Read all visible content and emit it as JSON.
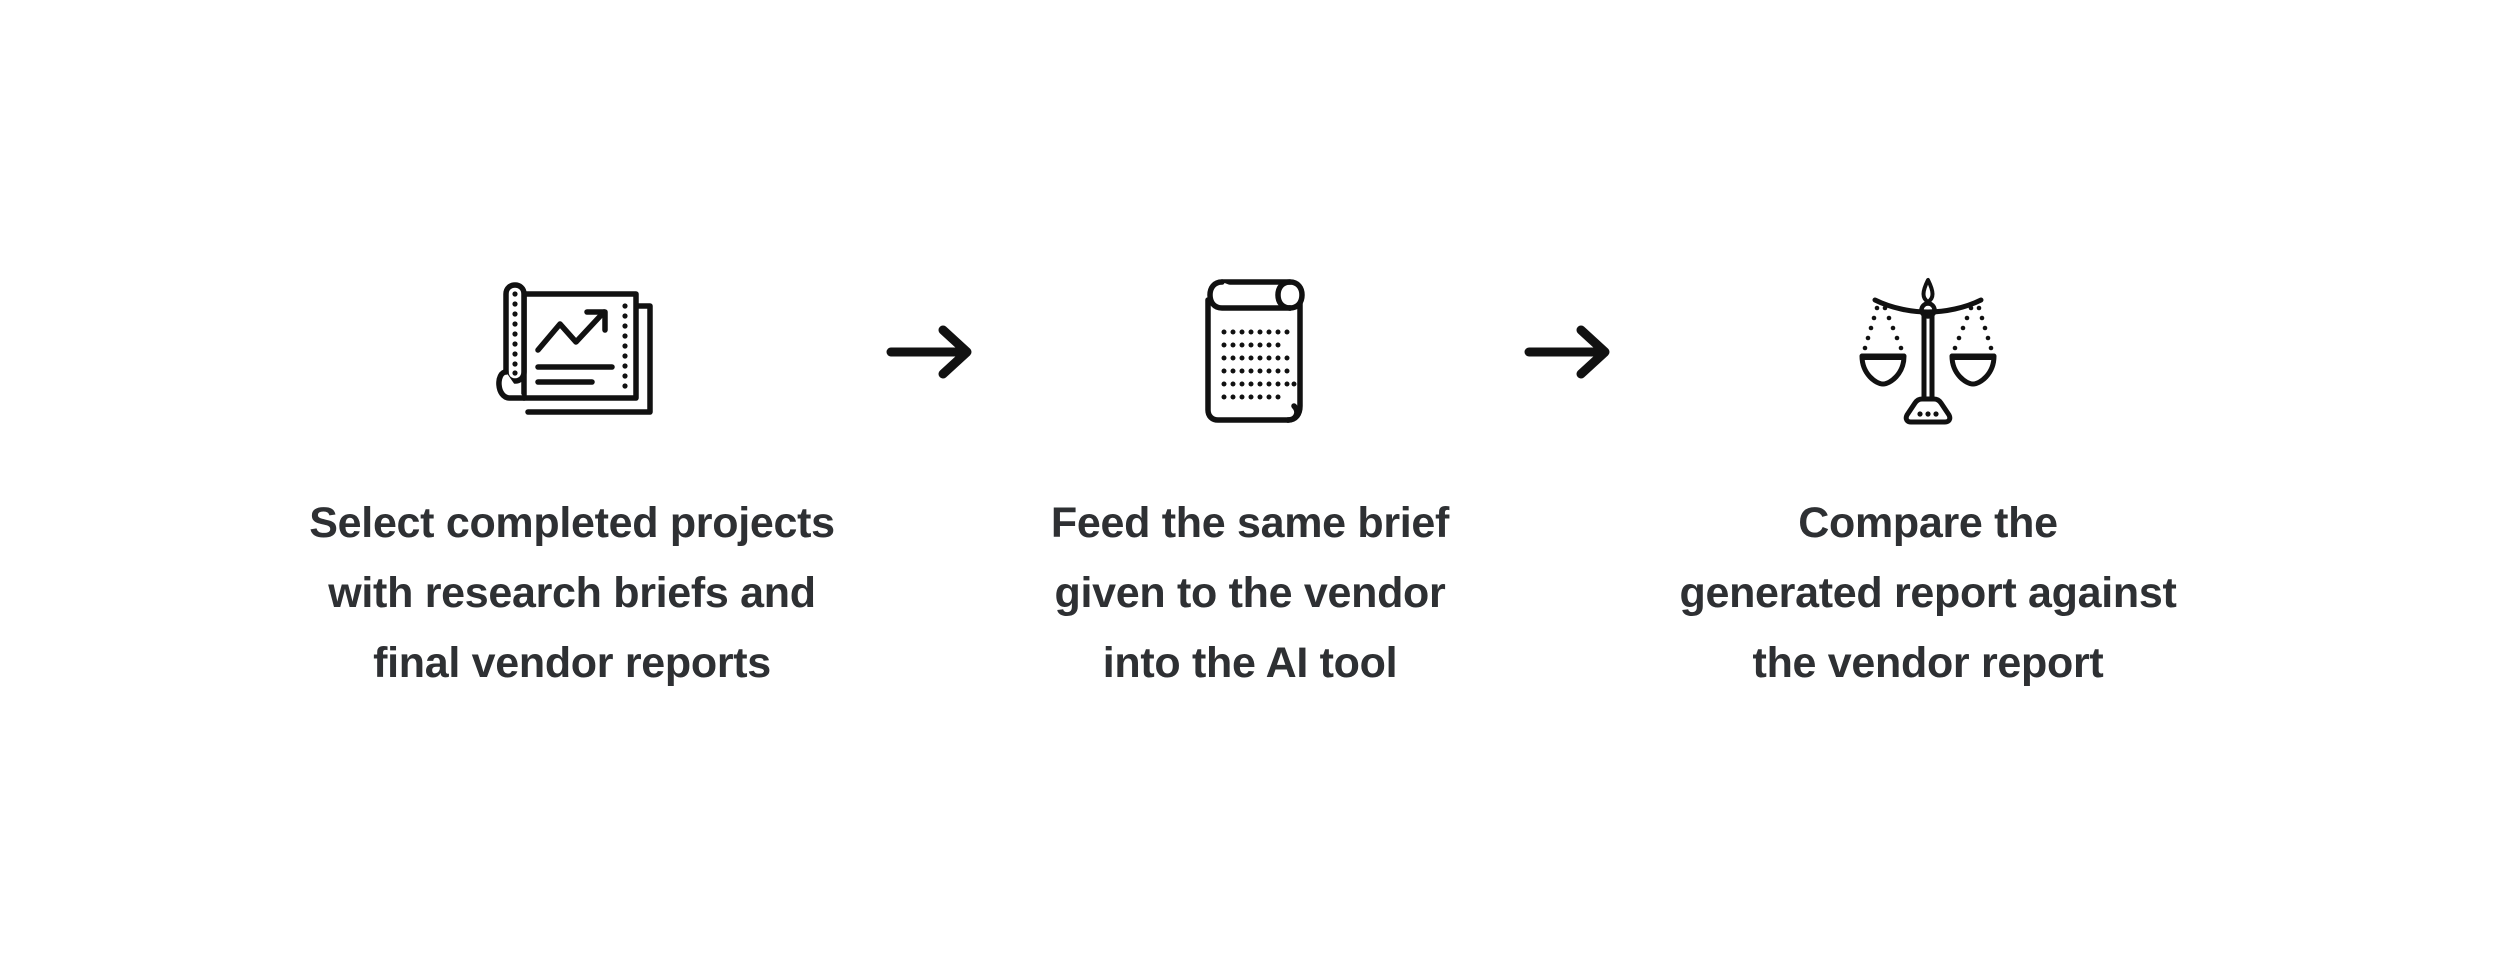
{
  "page": {
    "background_color": "#ffffff",
    "text_color": "#2e3033",
    "icon_color": "#111111",
    "title": "Three step evaluation process"
  },
  "steps": [
    {
      "index": 1,
      "icon": "blueprint-report-chart-icon",
      "caption_lines": [
        "Select completed projects",
        "with research briefs and",
        "final vendor reports"
      ],
      "caption_text": "Select completed projects with research briefs and final vendor reports"
    },
    {
      "index": 2,
      "icon": "scroll-document-icon",
      "caption_lines": [
        "Feed the same brief",
        "given to the vendor",
        "into the AI tool"
      ],
      "caption_text": "Feed the same brief given to the vendor into the AI tool"
    },
    {
      "index": 3,
      "icon": "balance-scale-icon",
      "caption_lines": [
        "Compare the",
        "generated report against",
        "the vendor report"
      ],
      "caption_text": "Compare the generated report against the vendor report"
    }
  ],
  "connectors": [
    {
      "index": 1,
      "icon": "arrow-right-icon",
      "glyph": "→"
    },
    {
      "index": 2,
      "icon": "arrow-right-icon",
      "glyph": "→"
    }
  ]
}
